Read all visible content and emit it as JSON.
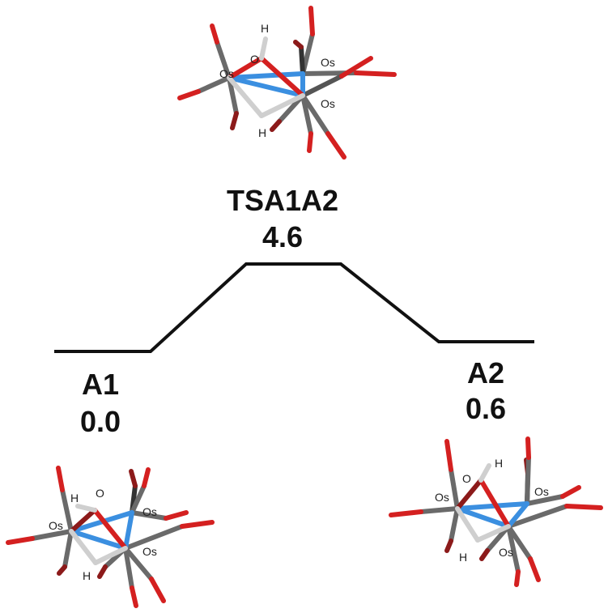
{
  "diagram": {
    "type": "reaction-energy-profile",
    "states": [
      {
        "id": "A1",
        "name": "A1",
        "energy": "0.0",
        "atoms": [
          "Os",
          "Os",
          "Os",
          "O",
          "H",
          "H"
        ]
      },
      {
        "id": "TSA1A2",
        "name": "TSA1A2",
        "energy": "4.6",
        "atoms": [
          "Os",
          "Os",
          "Os",
          "O",
          "H",
          "H"
        ]
      },
      {
        "id": "A2",
        "name": "A2",
        "energy": "0.6",
        "atoms": [
          "Os",
          "Os",
          "Os",
          "O",
          "H",
          "H"
        ]
      }
    ],
    "colors": {
      "osmium": "#3b8fe0",
      "oxygen_co": "#d42020",
      "oxygen_oh": "#8c1a1a",
      "carbon": "#6a6a6a",
      "hydrogen": "#cfcfcf",
      "profile_line": "#111111"
    }
  }
}
